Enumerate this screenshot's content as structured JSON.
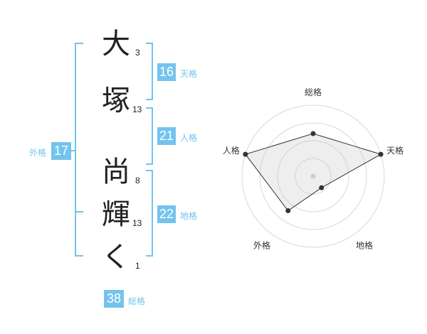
{
  "name": {
    "characters": [
      {
        "char": "大",
        "strokes": "3"
      },
      {
        "char": "塚",
        "strokes": "13"
      },
      {
        "char": "尚",
        "strokes": "8"
      },
      {
        "char": "輝",
        "strokes": "13"
      },
      {
        "char": "く",
        "strokes": "1"
      }
    ]
  },
  "grids": {
    "tenkaku": {
      "value": "16",
      "label": "天格"
    },
    "jinkaku": {
      "value": "21",
      "label": "人格"
    },
    "chikaku": {
      "value": "22",
      "label": "地格"
    },
    "gaikaku": {
      "value": "17",
      "label": "外格"
    },
    "soukaku": {
      "value": "38",
      "label": "総格"
    }
  },
  "colors": {
    "accent": "#74c3ee",
    "text": "#222222"
  },
  "chart_data": {
    "type": "radar",
    "axes": [
      "総格",
      "天格",
      "地格",
      "外格",
      "人格"
    ],
    "values": [
      3,
      5,
      1,
      3,
      5
    ],
    "range": [
      0,
      5
    ],
    "rings": 4
  }
}
